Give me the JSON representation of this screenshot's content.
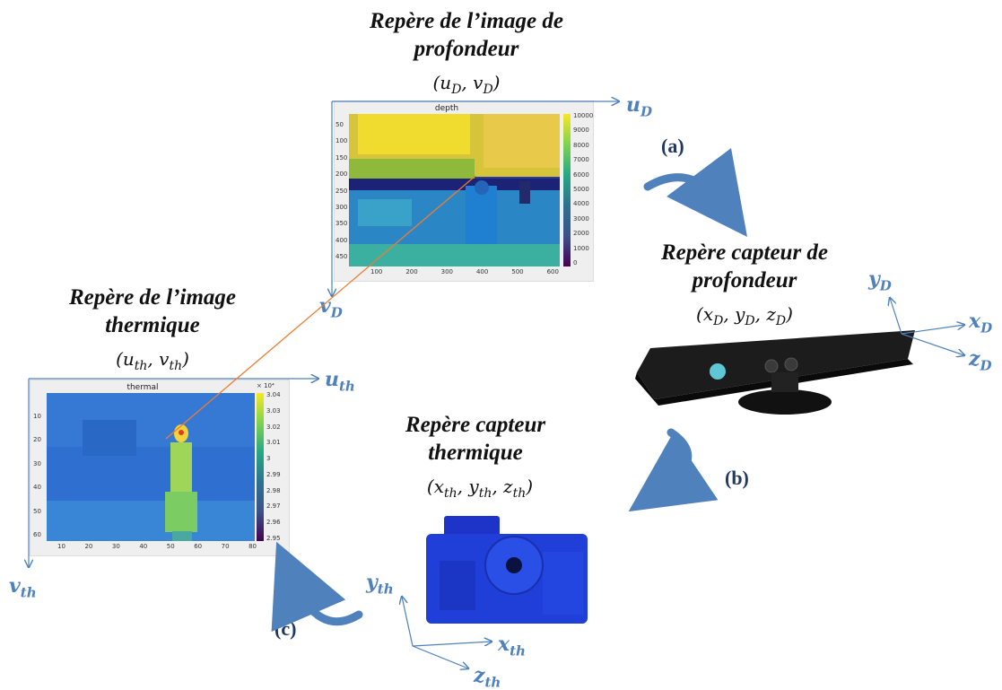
{
  "depth_frame": {
    "title_line1": "Repère de l’image de",
    "title_line2": "profondeur",
    "coords": "(u",
    "coords_sub1": "D",
    "coords_mid": ", v",
    "coords_sub2": "D",
    "coords_end": ")",
    "axis_u": "u",
    "axis_u_sub": "D",
    "axis_v": "v",
    "axis_v_sub": "D",
    "plot_title": "depth",
    "x_ticks": [
      "100",
      "200",
      "300",
      "400",
      "500",
      "600"
    ],
    "y_ticks": [
      "50",
      "100",
      "150",
      "200",
      "250",
      "300",
      "350",
      "400",
      "450"
    ],
    "cbar_ticks": [
      "10000",
      "9000",
      "8000",
      "7000",
      "6000",
      "5000",
      "4000",
      "3000",
      "2000",
      "1000",
      "0"
    ]
  },
  "depth_sensor": {
    "title_line1": "Repère capteur de",
    "title_line2": "profondeur",
    "coords": "(x",
    "coords_sub1": "D",
    "coords_mid1": ", y",
    "coords_sub2": "D",
    "coords_mid2": ", z",
    "coords_sub3": "D",
    "coords_end": ")",
    "axis_x": "x",
    "axis_x_sub": "D",
    "axis_y": "y",
    "axis_y_sub": "D",
    "axis_z": "z",
    "axis_z_sub": "D"
  },
  "thermal_frame": {
    "title_line1": "Repère de l’image",
    "title_line2": "thermique",
    "coords": "(u",
    "coords_sub1": "th",
    "coords_mid": ", v",
    "coords_sub2": "th",
    "coords_end": ")",
    "axis_u": "u",
    "axis_u_sub": "th",
    "axis_v": "v",
    "axis_v_sub": "th",
    "plot_title": "thermal",
    "exponent": "× 10⁴",
    "x_ticks": [
      "10",
      "20",
      "30",
      "40",
      "50",
      "60",
      "70",
      "80"
    ],
    "y_ticks": [
      "10",
      "20",
      "30",
      "40",
      "50",
      "60"
    ],
    "cbar_ticks": [
      "3.04",
      "3.03",
      "3.02",
      "3.01",
      "3",
      "2.99",
      "2.98",
      "2.97",
      "2.96",
      "2.95"
    ]
  },
  "thermal_sensor": {
    "title_line1": "Repère capteur",
    "title_line2": "thermique",
    "coords": "(x",
    "coords_sub1": "th",
    "coords_mid1": ", y",
    "coords_sub2": "th",
    "coords_mid2": ", z",
    "coords_sub3": "th",
    "coords_end": ")",
    "axis_x": "x",
    "axis_x_sub": "th",
    "axis_y": "y",
    "axis_y_sub": "th",
    "axis_z": "z",
    "axis_z_sub": "th"
  },
  "transforms": {
    "a": "(a)",
    "b": "(b)",
    "c": "(c)"
  },
  "colors": {
    "axis": "#4f81bd",
    "arrow": "#4f81bd",
    "link": "#ed7d31",
    "label": "#1f3864"
  }
}
